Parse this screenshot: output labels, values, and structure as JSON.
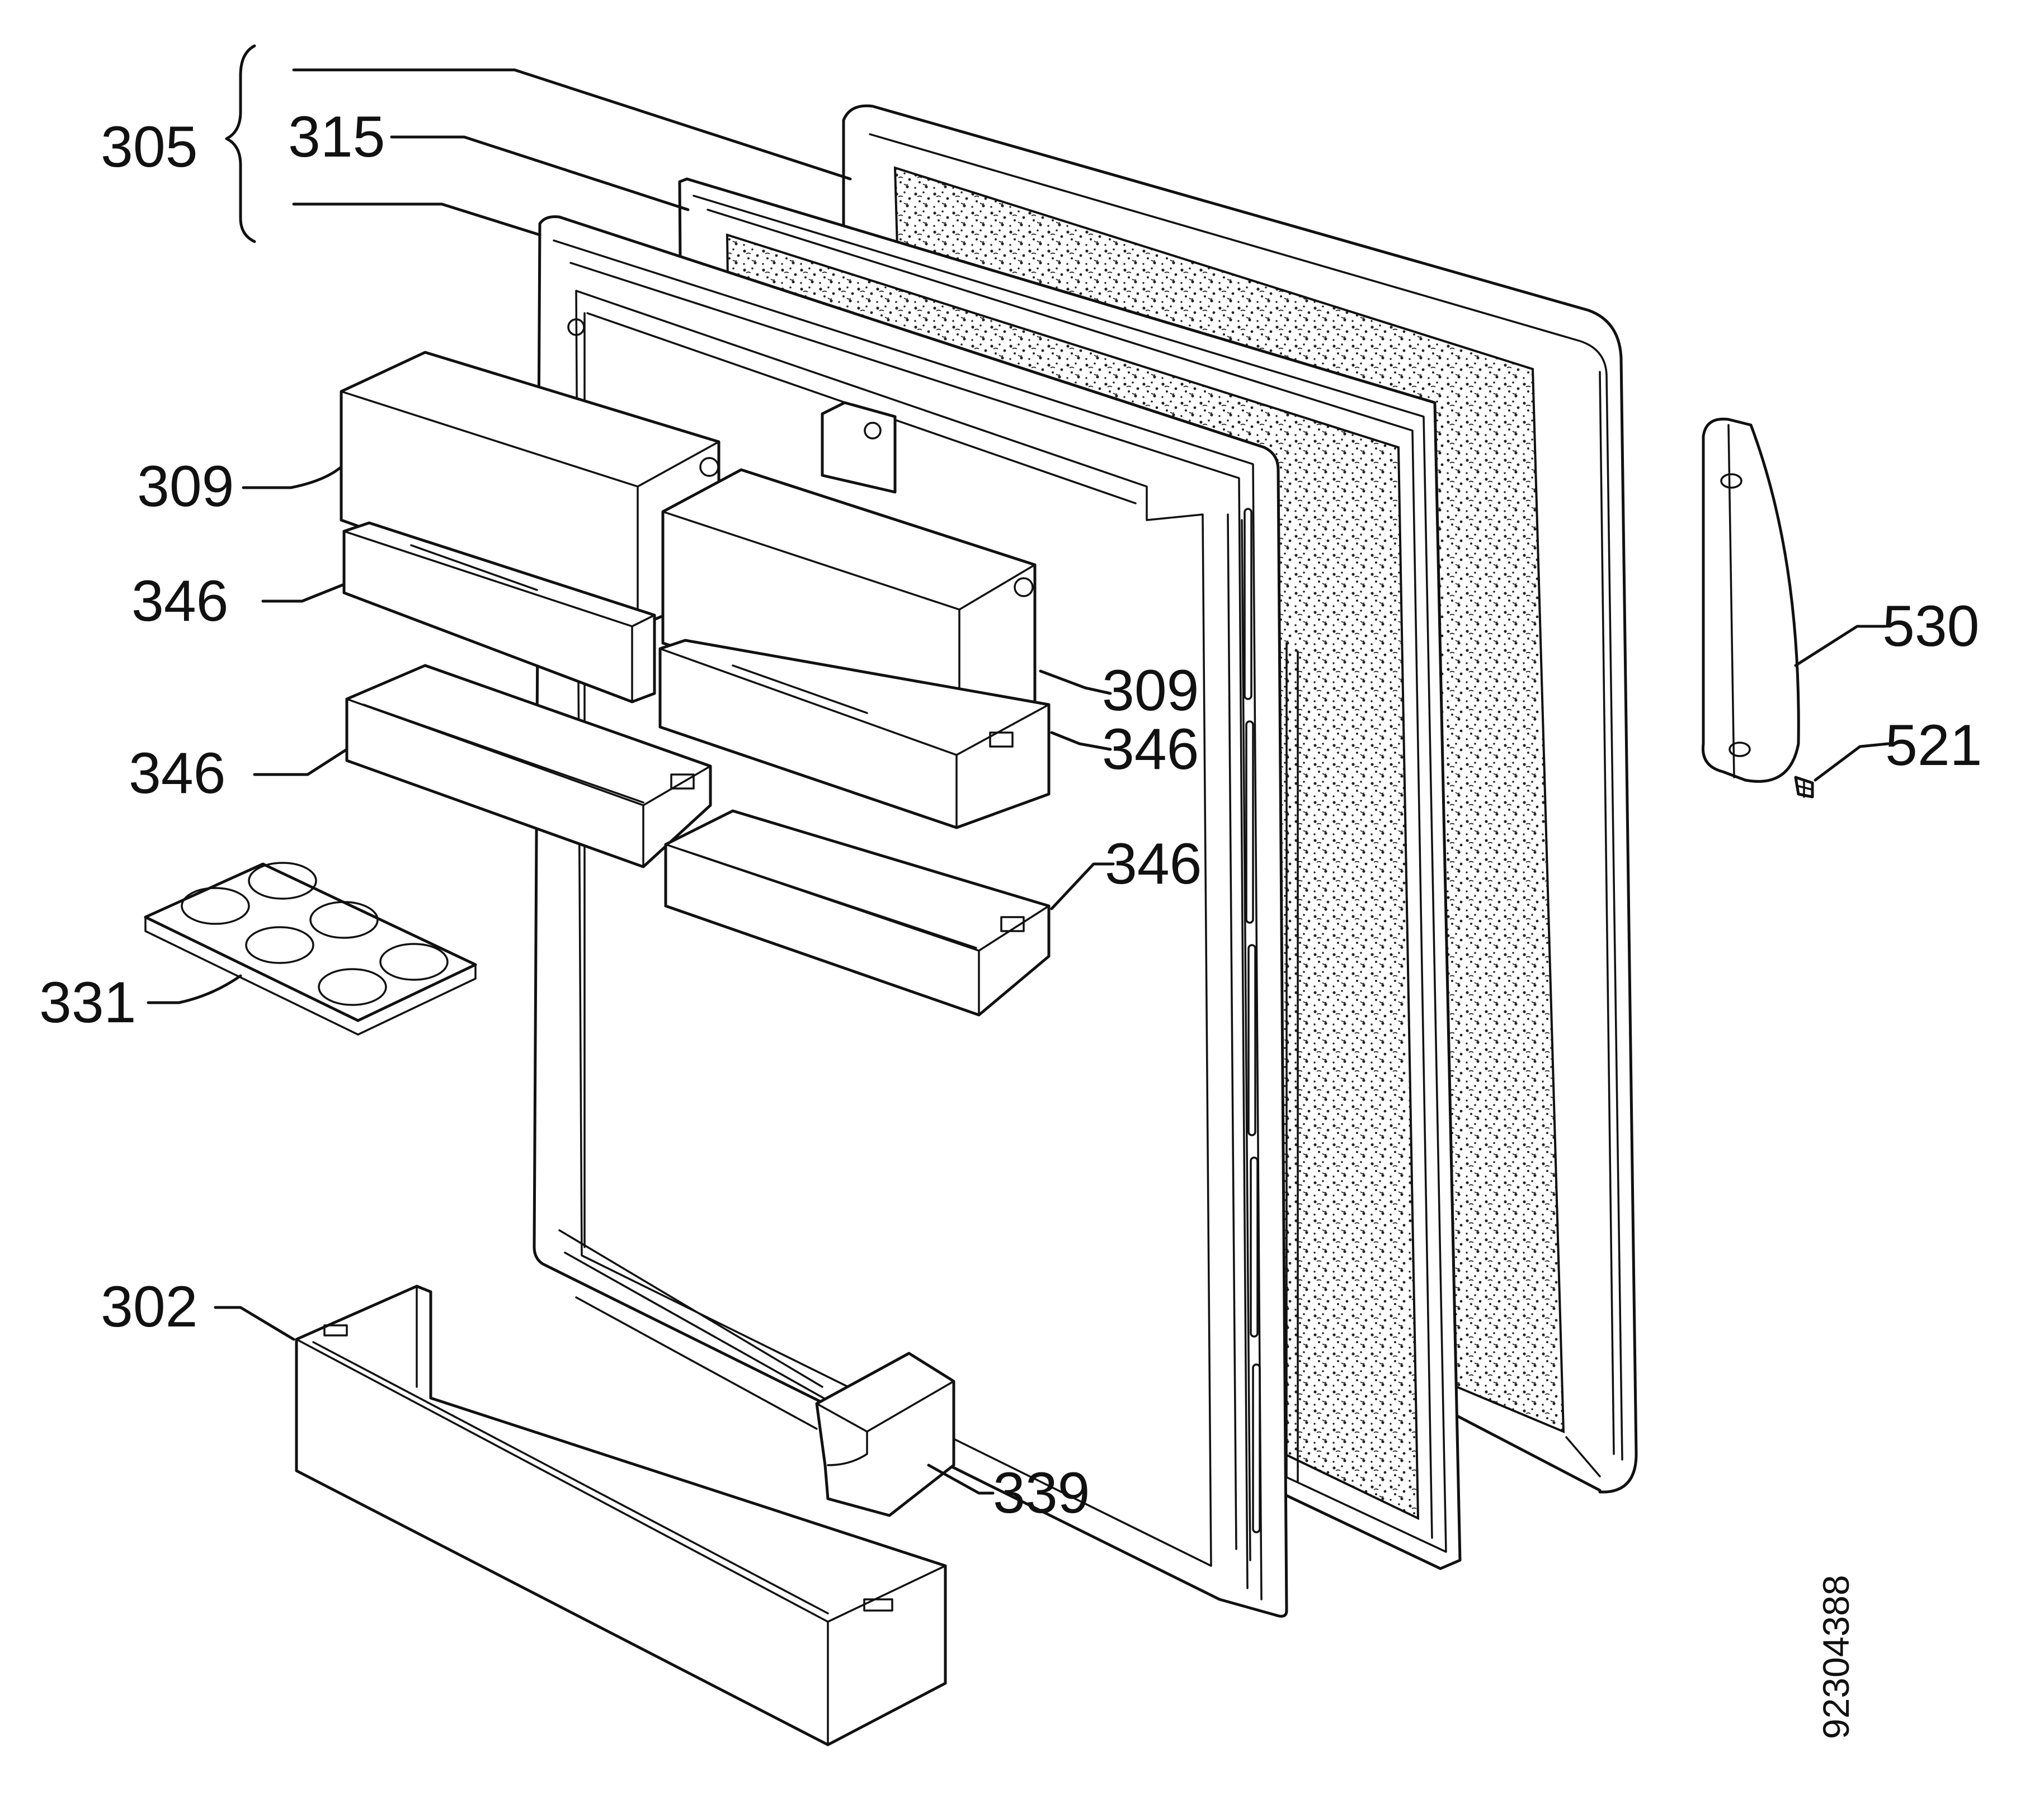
{
  "labels": {
    "door_assembly": "305",
    "gasket": "315",
    "butter_box_upper": "309",
    "butter_box_lower": "309",
    "shelf_a": "346",
    "shelf_b": "346",
    "shelf_c": "346",
    "shelf_d": "346",
    "egg_tray": "331",
    "bottle_shelf": "302",
    "hinge_cover": "339",
    "handle": "530",
    "screw": "521"
  },
  "reference_number": "92304388",
  "colors": {
    "ink": "#111111",
    "paper": "#ffffff"
  }
}
